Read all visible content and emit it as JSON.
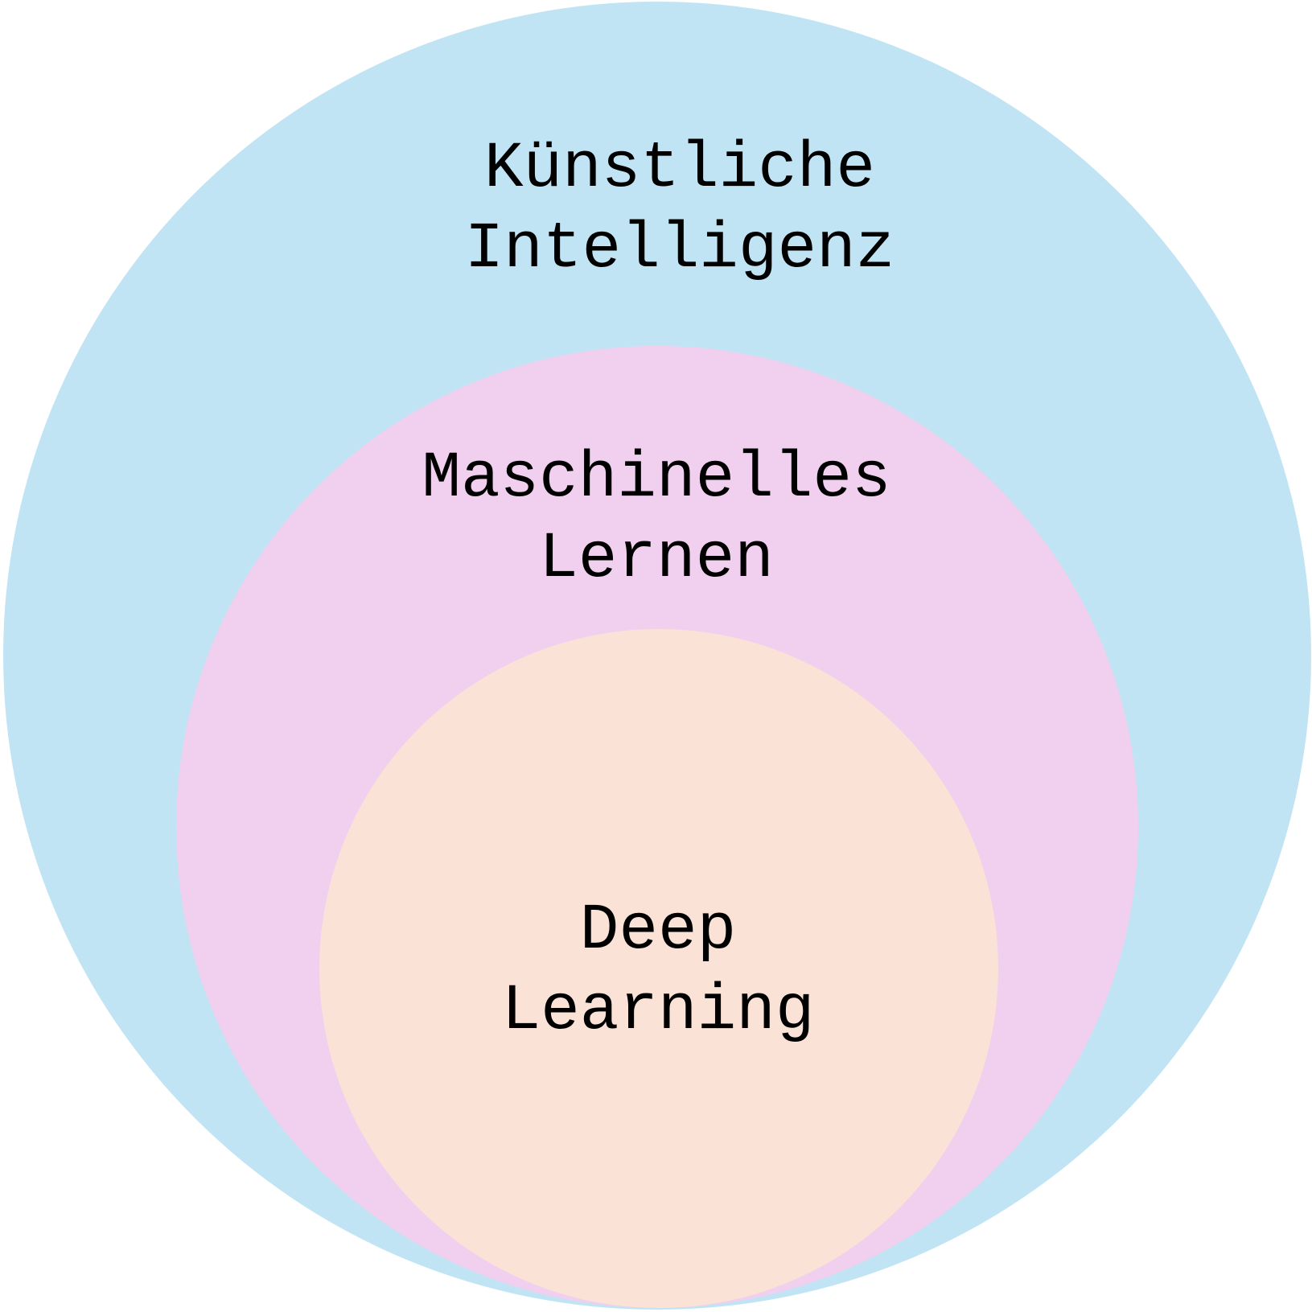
{
  "diagram": {
    "type": "nested-venn",
    "colors": {
      "outer": "#c1e4f4",
      "middle": "#f1cfee",
      "inner": "#fbe2d7"
    },
    "circles": [
      {
        "id": "ai",
        "lines": [
          "Künstliche",
          "Intelligenz"
        ]
      },
      {
        "id": "ml",
        "lines": [
          "Maschinelles",
          "Lernen"
        ]
      },
      {
        "id": "dl",
        "lines": [
          "Deep",
          "Learning"
        ]
      }
    ]
  }
}
